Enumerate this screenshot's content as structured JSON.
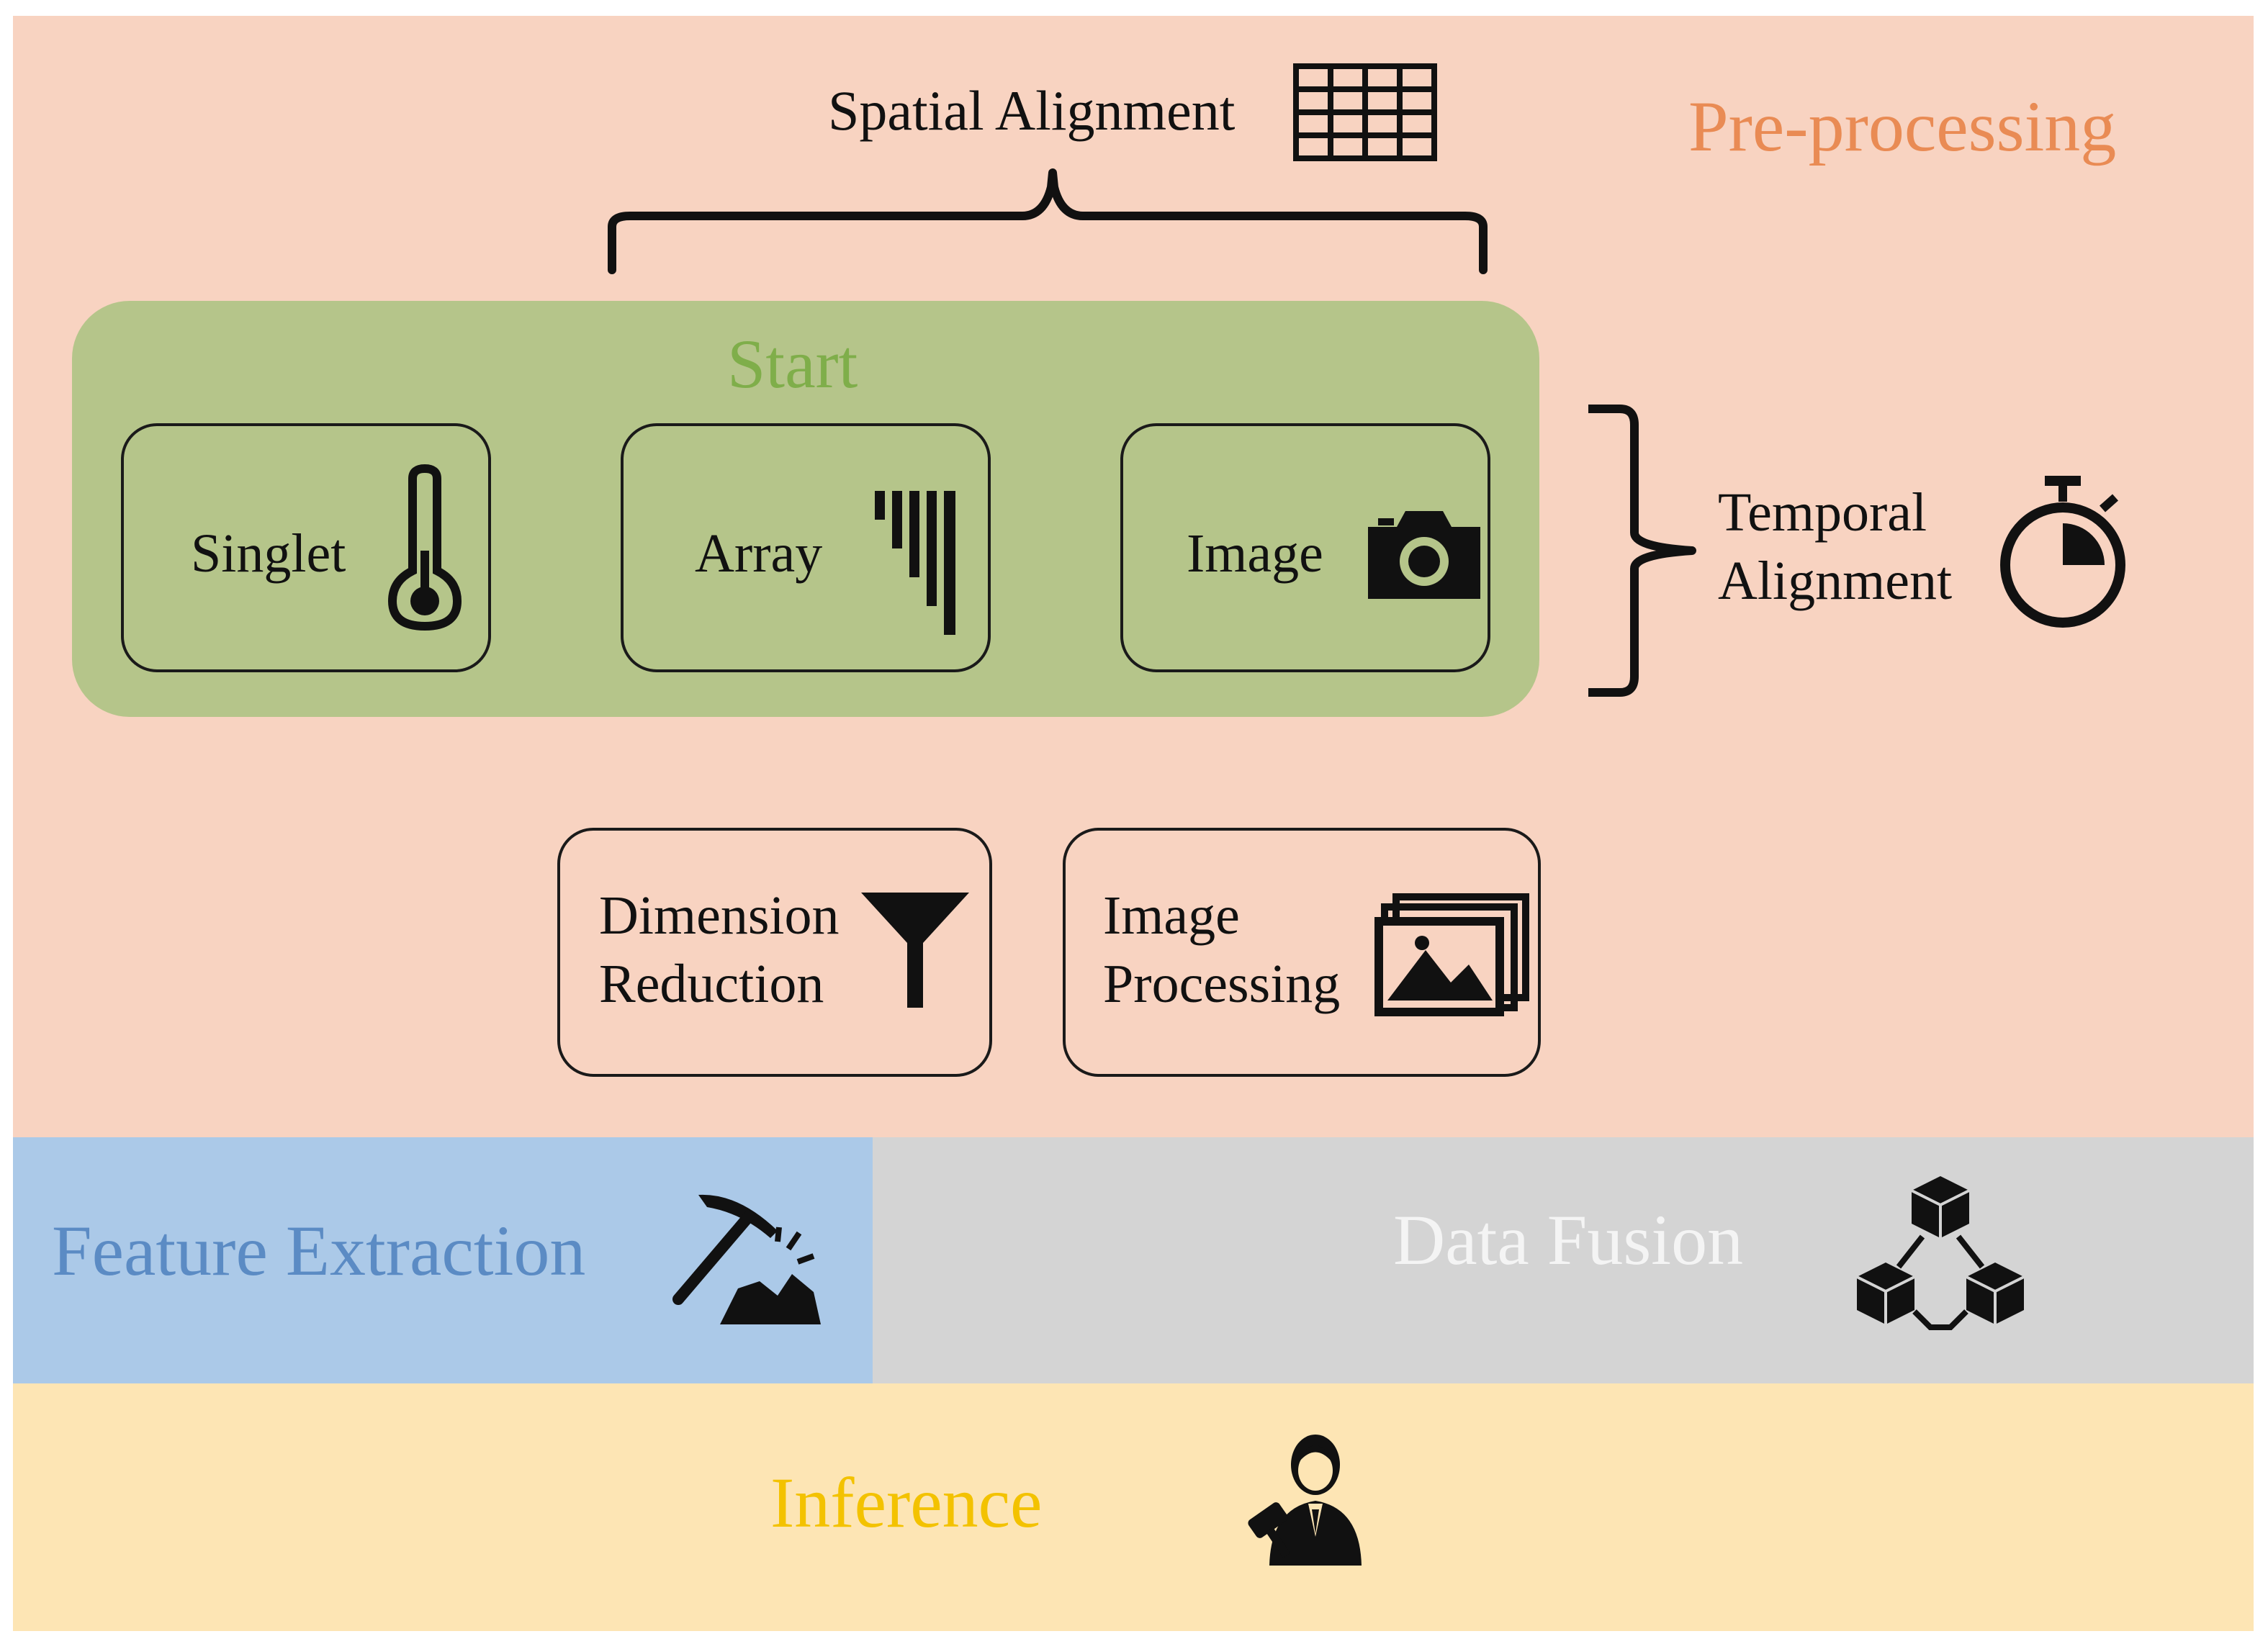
{
  "sections": {
    "preprocessing": {
      "label": "Pre-processing",
      "color": "#e98b54",
      "bg": "#f8d3c1"
    },
    "feature_extraction": {
      "label": "Feature Extraction",
      "color": "#5b8bc4",
      "bg": "#abc9e8"
    },
    "data_fusion": {
      "label": "Data Fusion",
      "color": "#f4f4f4",
      "bg": "#d4d4d4"
    },
    "inference": {
      "label": "Inference",
      "color": "#f3c200",
      "bg": "#fde5b4"
    }
  },
  "start": {
    "label": "Start",
    "color": "#7fae4a",
    "bg": "#b5c58a"
  },
  "data_types": [
    {
      "label": "Singlet",
      "icon": "thermometer-icon"
    },
    {
      "label": "Array",
      "icon": "array-bars-icon"
    },
    {
      "label": "Image",
      "icon": "camera-icon"
    }
  ],
  "spatial_alignment": {
    "label": "Spatial Alignment",
    "icon": "grid-icon"
  },
  "temporal_alignment": {
    "line1": "Temporal",
    "line2": "Alignment",
    "icon": "stopwatch-icon"
  },
  "processing_steps": [
    {
      "line1": "Dimension",
      "line2": "Reduction",
      "icon": "funnel-icon"
    },
    {
      "line1": "Image",
      "line2": "Processing",
      "icon": "image-stack-icon"
    }
  ],
  "icons": {
    "feature_extraction": "pickaxe-icon",
    "data_fusion": "connected-cubes-icon",
    "inference": "judge-person-icon"
  }
}
